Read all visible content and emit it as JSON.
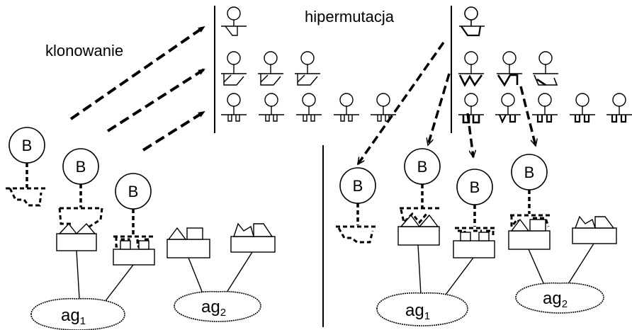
{
  "labels": {
    "cloning": "klonowanie",
    "hypermutation": "hipermutacja"
  },
  "cells": {
    "b_label": "B"
  },
  "antigens": {
    "ag1_base": "ag",
    "ag1_sub": "1",
    "ag2_base": "ag",
    "ag2_sub": "2"
  },
  "colors": {
    "ink": "#000000",
    "background": "#ffffff"
  }
}
